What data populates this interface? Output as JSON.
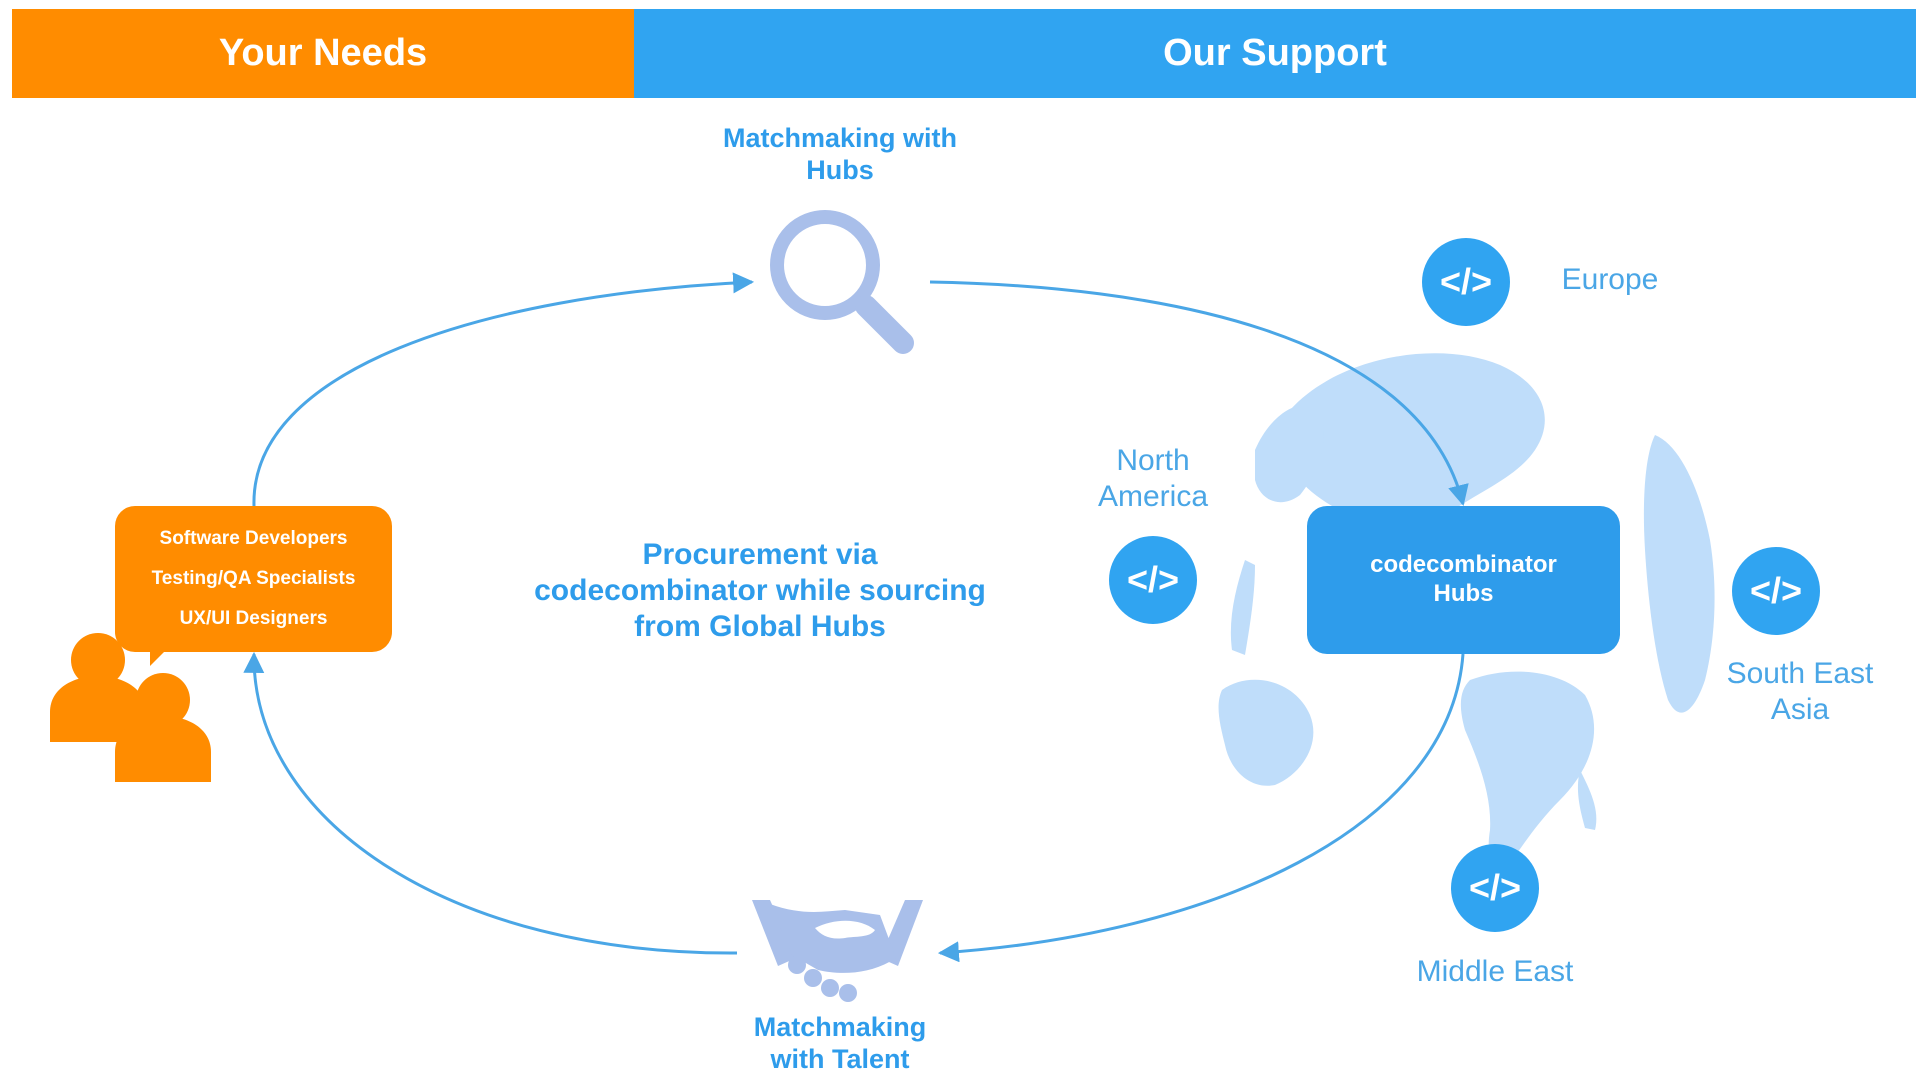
{
  "header": {
    "left_label": "Your Needs",
    "right_label": "Our Support"
  },
  "needs": {
    "items": [
      "Software Developers",
      "Testing/QA Specialists",
      "UX/UI Designers"
    ]
  },
  "steps": {
    "hubs_matchmaking_line1": "Matchmaking with",
    "hubs_matchmaking_line2": "Hubs",
    "talent_matchmaking_line1": "Matchmaking",
    "talent_matchmaking_line2": "with Talent"
  },
  "center_text": {
    "line1": "Procurement via",
    "line2": "codecombinator while sourcing",
    "line3": "from Global Hubs"
  },
  "hubs_box": {
    "line1": "codecombinator",
    "line2": "Hubs"
  },
  "regions": {
    "europe": "Europe",
    "north_america_line1": "North",
    "north_america_line2": "America",
    "south_east_asia_line1": "South East",
    "south_east_asia_line2": "Asia",
    "middle_east": "Middle East"
  },
  "code_icon_glyph": "</>",
  "icons": {
    "search": "magnifier-icon",
    "handshake": "handshake-icon",
    "people": "people-icon",
    "code": "code-icon",
    "globe": "globe-icon"
  },
  "colors": {
    "orange": "#FF8C00",
    "blue": "#30A4F1",
    "text_blue": "#2E9CEB",
    "icon_lilac": "#A9BFEA",
    "globe": "#BFDDFA"
  }
}
